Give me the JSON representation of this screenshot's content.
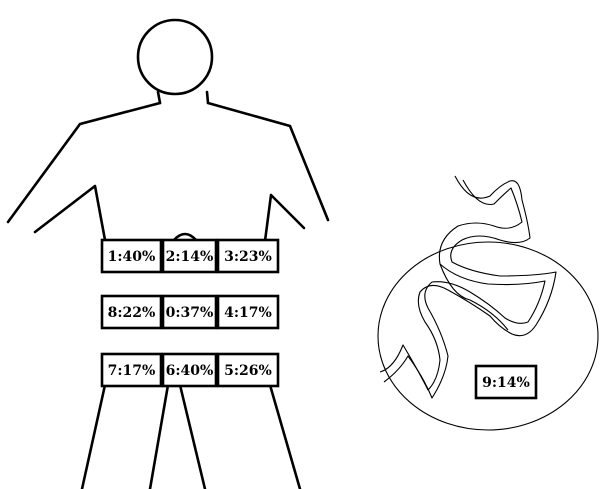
{
  "figure": {
    "colors": {
      "line": "#000000",
      "background": "#ffffff"
    },
    "abdominal_regions": [
      {
        "label": "1:40%",
        "row": 0,
        "col": 0
      },
      {
        "label": "2:14%",
        "row": 0,
        "col": 1
      },
      {
        "label": "3:23%",
        "row": 0,
        "col": 2
      },
      {
        "label": "8:22%",
        "row": 1,
        "col": 0
      },
      {
        "label": "0:37%",
        "row": 1,
        "col": 1
      },
      {
        "label": "4:17%",
        "row": 1,
        "col": 2
      },
      {
        "label": "7:17%",
        "row": 2,
        "col": 0
      },
      {
        "label": "6:40%",
        "row": 2,
        "col": 1
      },
      {
        "label": "5:26%",
        "row": 2,
        "col": 2
      }
    ],
    "small_bowel_region": {
      "label": "9:14%"
    }
  }
}
